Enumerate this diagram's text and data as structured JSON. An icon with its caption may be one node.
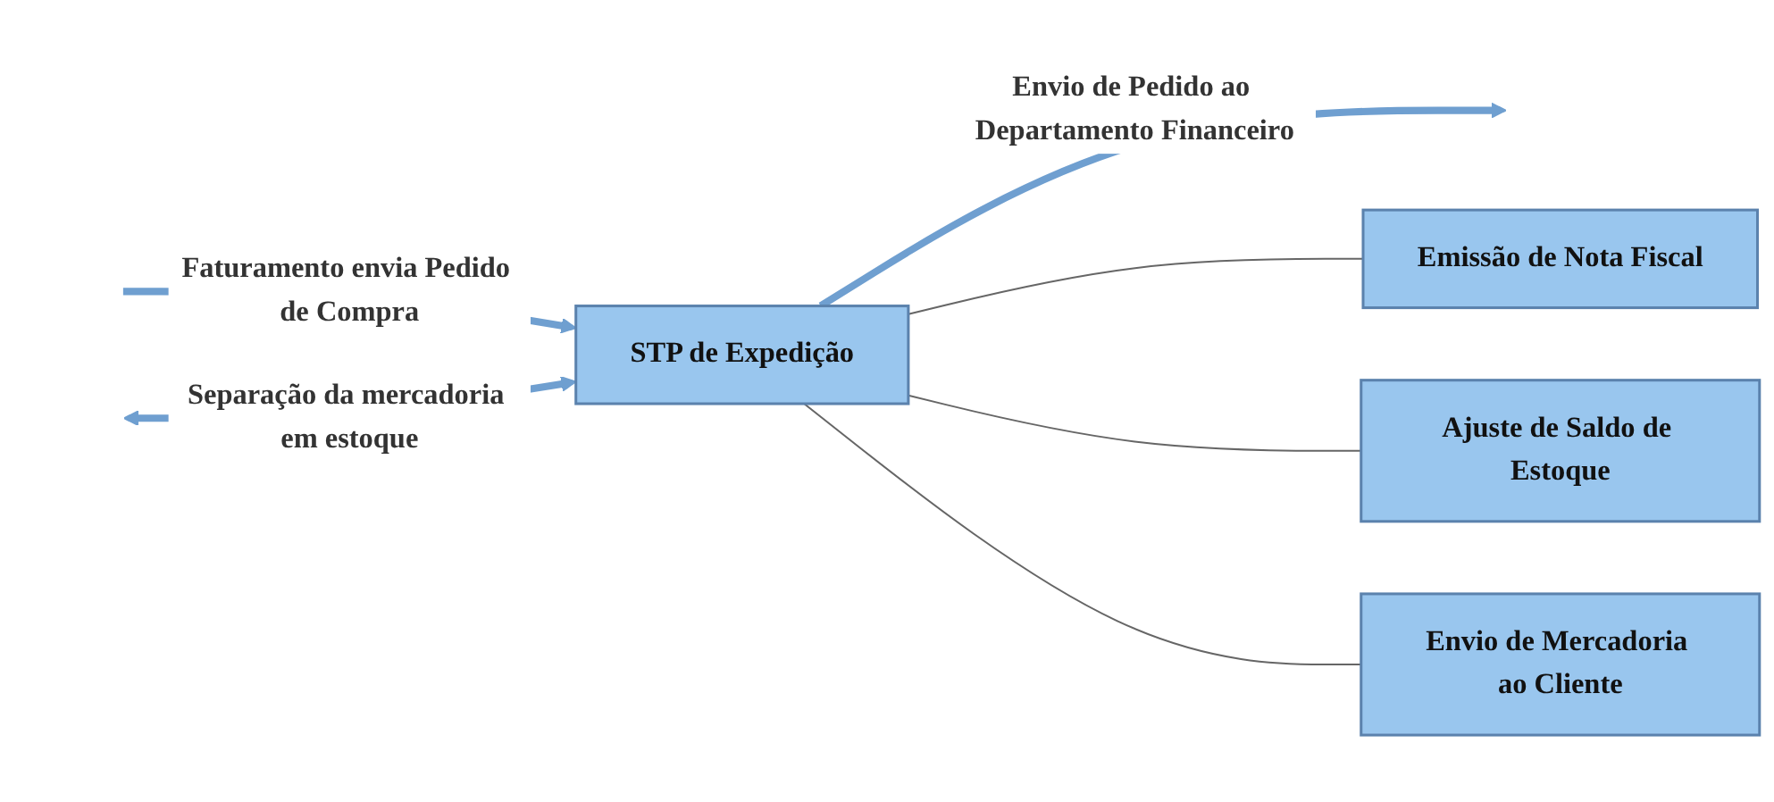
{
  "diagram": {
    "nodes": [
      {
        "text": [
          "STP de Expedição"
        ]
      },
      {
        "text": [
          "Emissão de Nota Fiscal"
        ]
      },
      {
        "text": [
          "Ajuste de Saldo de Estoque"
        ]
      },
      {
        "text": [
          "Envio de Mercadoria ao Cliente"
        ]
      }
    ],
    "edges": [
      {
        "from": null,
        "to": 0,
        "arrow": "to",
        "label": "Faturamento envia Pedido de Compra",
        "style": "thick",
        "color": "#6f9fd0"
      },
      {
        "from": null,
        "to": 0,
        "arrow": "both",
        "label": "Separação da mercadoria em estoque",
        "style": "thick",
        "color": "#6f9fd0"
      },
      {
        "from": 0,
        "to": null,
        "arrow": "to",
        "label": "Envio de Pedido ao Departamento Financeiro",
        "style": "thick",
        "color": "#6f9fd0"
      },
      {
        "from": 0,
        "to": 1,
        "arrow": "none",
        "color": "#666666"
      },
      {
        "from": 0,
        "to": 2,
        "arrow": "none",
        "color": "#666666"
      },
      {
        "from": 0,
        "to": 3,
        "arrow": "none",
        "color": "#666666"
      }
    ]
  }
}
